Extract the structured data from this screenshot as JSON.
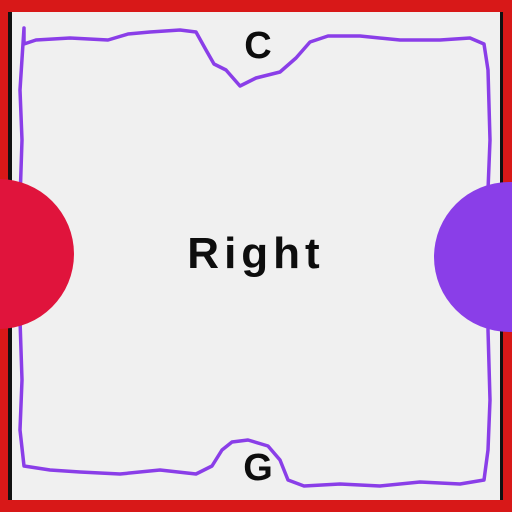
{
  "board": {
    "center_label": "Right",
    "top_label": "C",
    "bottom_label": "G"
  },
  "colors": {
    "background": "#f0f0f0",
    "frame": "#d81818",
    "outline": "#8a3ee8",
    "left_piece": "#e0143c",
    "right_piece": "#8a3ee8",
    "text": "#0d0d0d"
  }
}
